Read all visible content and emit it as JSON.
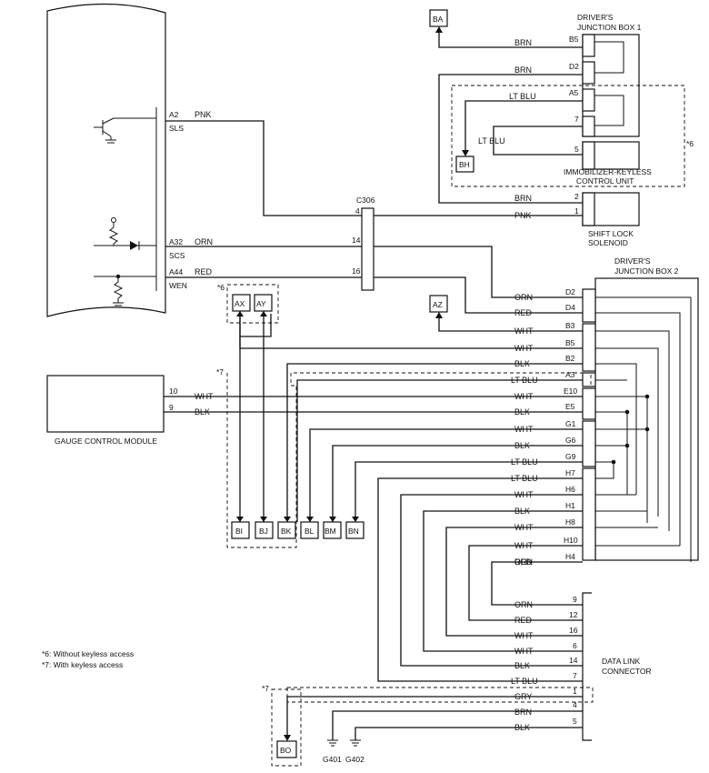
{
  "junction_box_1": {
    "title_line1": "DRIVER'S",
    "title_line2": "JUNCTION BOX 1"
  },
  "junction_box_2": {
    "title_line1": "DRIVER'S",
    "title_line2": "JUNCTION BOX 2"
  },
  "immobilizer": {
    "line1": "IMMOBILIZER-KEYLESS",
    "line2": "CONTROL UNIT"
  },
  "shift_lock": {
    "line1": "SHIFT LOCK",
    "line2": "SOLENOID"
  },
  "data_link": {
    "line1": "DATA LINK",
    "line2": "CONNECTOR"
  },
  "gauge": {
    "label": "GAUGE CONTROL MODULE"
  },
  "connector_c306": "C306",
  "notes": {
    "n6": "*6: Without keyless access",
    "n7": "*7: With keyless access",
    "mark6": "*6",
    "mark7": "*7"
  },
  "pcm_pins": [
    {
      "pin": "A2",
      "sig": "SLS",
      "color": "PNK"
    },
    {
      "pin": "A32",
      "sig": "SCS",
      "color": "ORN"
    },
    {
      "pin": "A44",
      "sig": "WEN",
      "color": "RED"
    }
  ],
  "c306_pins": [
    "4",
    "14",
    "16"
  ],
  "jb1_wires": [
    {
      "color": "BRN",
      "pin": "B5"
    },
    {
      "color": "BRN",
      "pin": "D2"
    },
    {
      "color": "LT BLU",
      "pin": "A5"
    },
    {
      "color": "",
      "pin": "7"
    },
    {
      "color": "LT BLU",
      "pin": "5"
    },
    {
      "color": "BRN",
      "pin": "2"
    },
    {
      "color": "PNK",
      "pin": "1"
    }
  ],
  "jb2_wires": [
    {
      "color": "ORN",
      "pin": "D2"
    },
    {
      "color": "RED",
      "pin": "D4"
    },
    {
      "color": "WHT",
      "pin": "B3"
    },
    {
      "color": "WHT",
      "pin": "B5"
    },
    {
      "color": "BLK",
      "pin": "B2"
    },
    {
      "color": "LT BLU",
      "pin": "A3"
    },
    {
      "color": "WHT",
      "pin": "E10"
    },
    {
      "color": "BLK",
      "pin": "E5"
    },
    {
      "color": "WHT",
      "pin": "G1"
    },
    {
      "color": "BLK",
      "pin": "G6"
    },
    {
      "color": "LT BLU",
      "pin": "G9"
    },
    {
      "color": "LT BLU",
      "pin": "H7"
    },
    {
      "color": "WHT",
      "pin": "H6"
    },
    {
      "color": "BLK",
      "pin": "H1"
    },
    {
      "color": "WHT",
      "pin": "H8"
    },
    {
      "color": "WHT",
      "pin": "H10"
    },
    {
      "color": "RED",
      "pin": "H4"
    },
    {
      "color": "ORN",
      "pin": ""
    }
  ],
  "dlc_wires": [
    {
      "color": "ORN",
      "pin": "9"
    },
    {
      "color": "RED",
      "pin": "12"
    },
    {
      "color": "WHT",
      "pin": "16"
    },
    {
      "color": "WHT",
      "pin": "6"
    },
    {
      "color": "BLK",
      "pin": "14"
    },
    {
      "color": "LT BLU",
      "pin": "7"
    },
    {
      "color": "GRY",
      "pin": "1"
    },
    {
      "color": "BRN",
      "pin": "4"
    },
    {
      "color": "BLK",
      "pin": "5"
    }
  ],
  "gauge_wires": [
    {
      "pin": "10",
      "color": "WHT"
    },
    {
      "pin": "9",
      "color": "BLK"
    }
  ],
  "refs": {
    "BA": "BA",
    "BH": "BH",
    "AX": "AX",
    "AY": "AY",
    "AZ": "AZ",
    "BO": "BO"
  },
  "bottom_refs": [
    "BI",
    "BJ",
    "BK",
    "BL",
    "BM",
    "BN"
  ],
  "grounds": [
    "G401",
    "G402"
  ]
}
